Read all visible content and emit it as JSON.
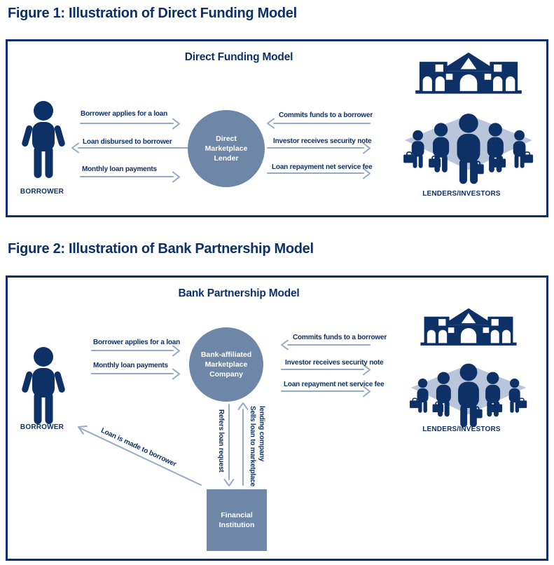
{
  "colors": {
    "navy": "#0d3066",
    "slate": "#6e86a8",
    "arrow": "#94aac8",
    "diamond": "#b9c5da"
  },
  "figure1": {
    "heading": "Figure 1: Illustration of Direct Funding Model",
    "box_title": "Direct Funding Model",
    "borrower_label": "BORROWER",
    "lenders_label": "LENDERS/INVESTORS",
    "hub_label": "Direct\nMarketplace\nLender",
    "borrower_arrows": [
      {
        "label": "Borrower applies for a loan",
        "direction": "right"
      },
      {
        "label": "Loan disbursed to borrower",
        "direction": "left"
      },
      {
        "label": "Monthly loan payments",
        "direction": "right"
      }
    ],
    "investor_arrows": [
      {
        "label": "Commits funds to a borrower",
        "direction": "left"
      },
      {
        "label": "Investor receives security note",
        "direction": "right"
      },
      {
        "label": "Loan repayment net service fee",
        "direction": "right"
      }
    ]
  },
  "figure2": {
    "heading": "Figure 2: Illustration of Bank Partnership Model",
    "box_title": "Bank Partnership Model",
    "borrower_label": "BORROWER",
    "lenders_label": "LENDERS/INVESTORS",
    "hub_label": "Bank-affiliated\nMarketplace\nCompany",
    "institution_label": "Financial\nInstitution",
    "borrower_arrows": [
      {
        "label": "Borrower applies for a loan",
        "direction": "right"
      },
      {
        "label": "Monthly loan payments",
        "direction": "right"
      }
    ],
    "investor_arrows": [
      {
        "label": "Commits funds to a borrower",
        "direction": "left"
      },
      {
        "label": "Investor receives security note",
        "direction": "right"
      },
      {
        "label": "Loan repayment net service fee",
        "direction": "right"
      }
    ],
    "bank_arrows": {
      "refers": {
        "label": "Refers loan request",
        "direction": "down"
      },
      "sells": {
        "label": "Sells loan to marketplace\nlending company",
        "direction": "up"
      },
      "loan_made": {
        "label": "Loan is made to borrower",
        "direction": "to-borrower"
      }
    }
  }
}
